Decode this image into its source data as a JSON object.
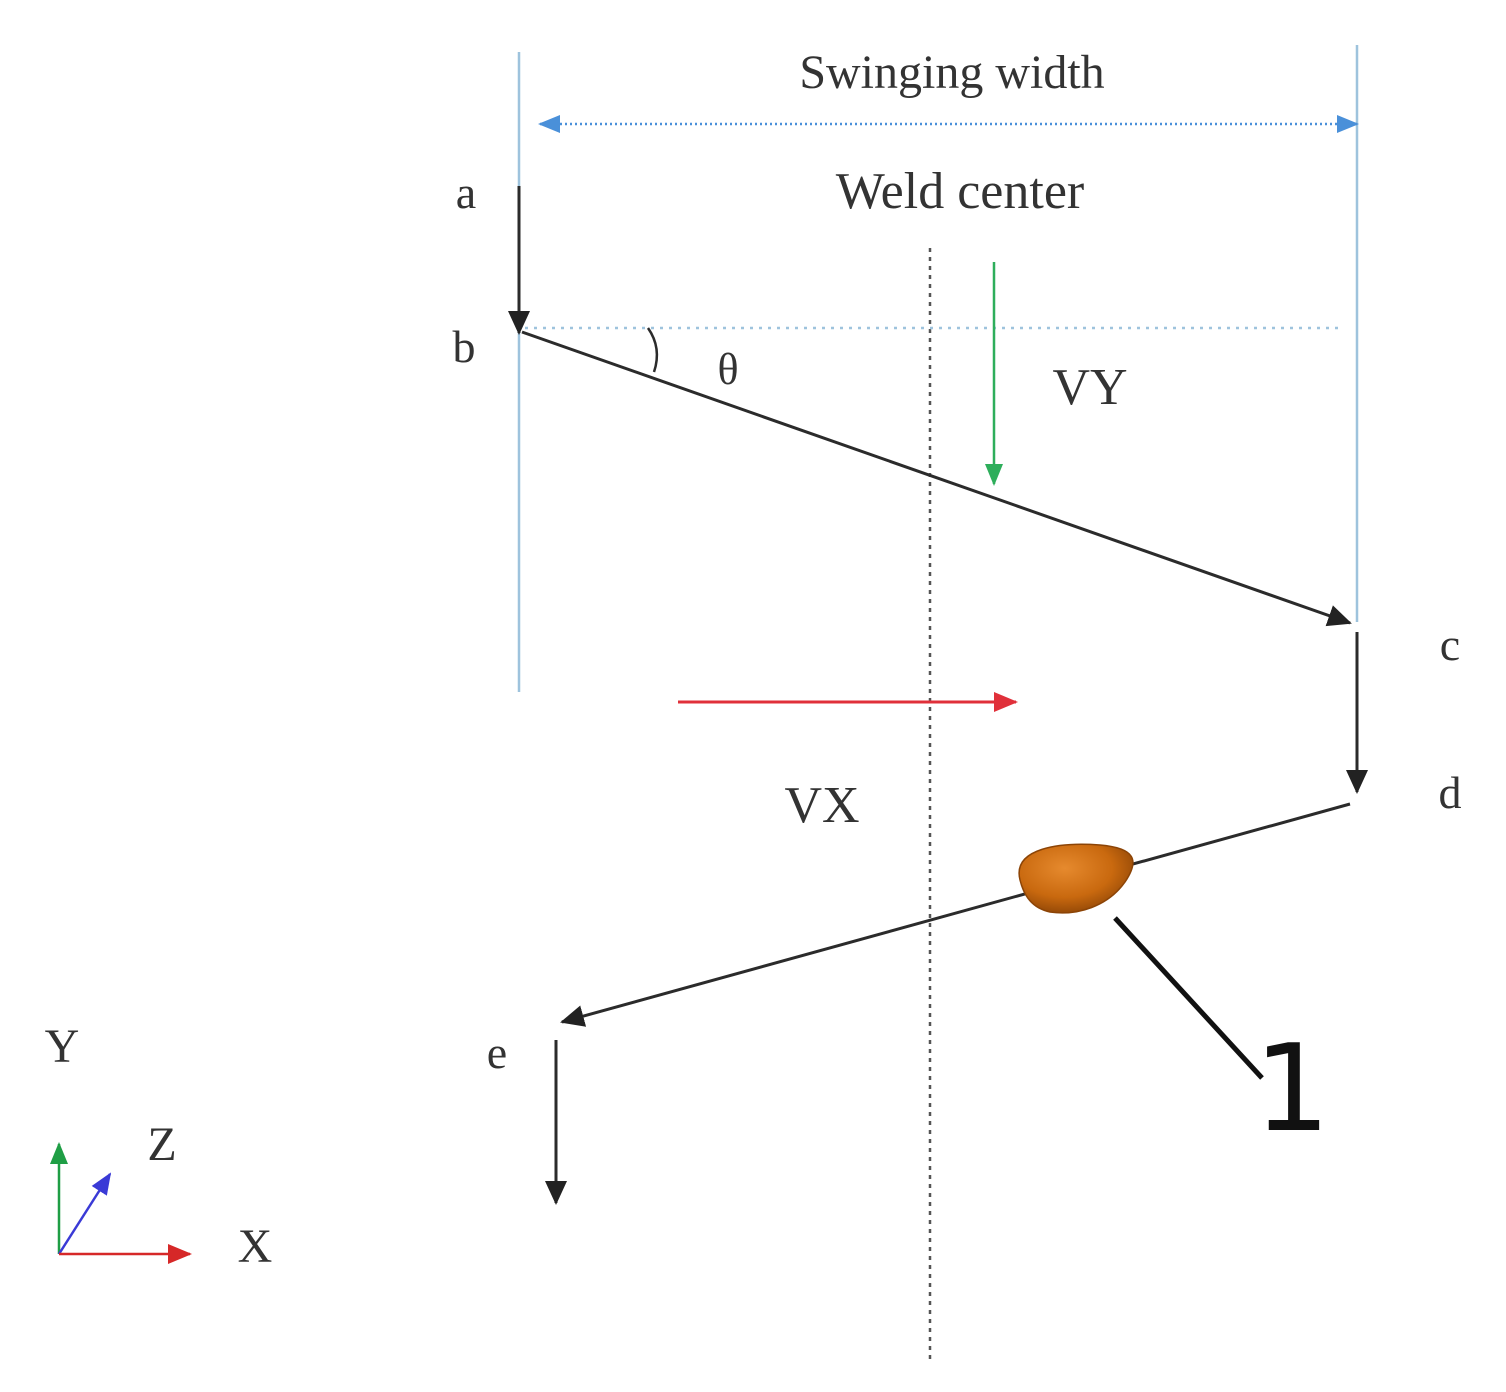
{
  "labels": {
    "swinging_width": "Swinging width",
    "weld_center": "Weld center",
    "point_a": "a",
    "point_b": "b",
    "point_c": "c",
    "point_d": "d",
    "point_e": "e",
    "angle": "θ",
    "vy": "VY",
    "vx": "VX",
    "callout": "1"
  },
  "axes": {
    "y": "Y",
    "z": "Z",
    "x": "X"
  },
  "colors": {
    "path": "#2b2b2b",
    "guide_blue": "#9ec3dd",
    "dimension_blue": "#4a90d9",
    "vy_green": "#2eae5b",
    "vx_red": "#e0303a",
    "axis_green": "#1f9e45",
    "axis_blue": "#3a3ad6",
    "axis_red": "#d62828",
    "droplet": "#c9690f"
  }
}
